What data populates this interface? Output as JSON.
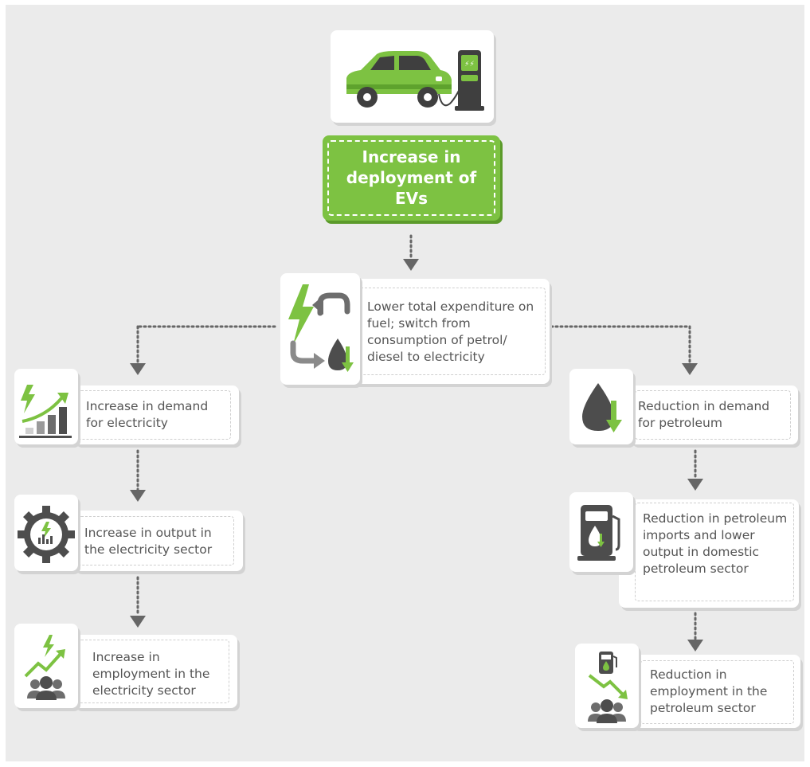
{
  "title": "Increase in deployment of EVs",
  "center_node": {
    "text": "Lower total expenditure on fuel; switch from consumption of petrol/ diesel to electricity",
    "icon": "lightning-cycle-fuel-drop-icon"
  },
  "left_branch": [
    {
      "text": "Increase in demand for electricity",
      "icon": "electricity-demand-chart-icon"
    },
    {
      "text": "Increase in output in the electricity sector",
      "icon": "electricity-output-gear-icon"
    },
    {
      "text": "Increase in employment in the electricity sector",
      "icon": "electricity-employment-icon"
    }
  ],
  "right_branch": [
    {
      "text": "Reduction in demand for petroleum",
      "icon": "fuel-drop-down-icon"
    },
    {
      "text": "Reduction in petroleum imports and lower output in domestic petroleum sector",
      "icon": "fuel-pump-icon"
    },
    {
      "text": "Reduction in employment in the petroleum sector",
      "icon": "petroleum-employment-icon"
    }
  ],
  "colors": {
    "green": "#7dc242",
    "dark_gray": "#4d4d4d",
    "mid_gray": "#6d6d6d",
    "background": "#ebebeb"
  }
}
